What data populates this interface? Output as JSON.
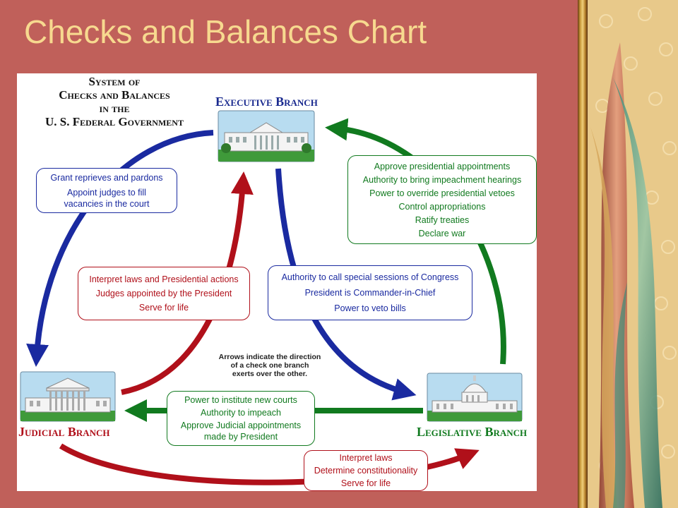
{
  "slide": {
    "title": "Checks and Balances Chart"
  },
  "diagram": {
    "title_lines": [
      "System of",
      "Checks and Balances",
      "in the",
      "U. S. Federal Government"
    ],
    "branches": {
      "executive": "Executive Branch",
      "judicial": "Judicial Branch",
      "legislative": "Legislative Branch"
    },
    "note_lines": [
      "Arrows indicate the direction",
      "of a check one branch",
      "exerts over the other."
    ],
    "boxes": {
      "exec_to_judicial": [
        "Grant reprieves and pardons",
        "Appoint judges to fill",
        "vacancies in the court"
      ],
      "judicial_to_exec": [
        "Interpret laws and Presidential actions",
        "Judges appointed by the President",
        "Serve for life"
      ],
      "exec_to_legislative": [
        "Authority to call special sessions of Congress",
        "President is Commander-in-Chief",
        "Power to veto bills"
      ],
      "legislative_to_exec": [
        "Approve presidential appointments",
        "Authority to bring impeachment hearings",
        "Power to override presidential vetoes",
        "Control appropriations",
        "Ratify treaties",
        "Declare war"
      ],
      "legislative_to_judicial": [
        "Power to institute new courts",
        "Authority to impeach",
        "Approve Judicial appointments",
        "made by President"
      ],
      "judicial_to_legislative": [
        "Interpret laws",
        "Determine constitutionality",
        "Serve for life"
      ]
    },
    "colors": {
      "executive": "#1a2aa0",
      "judicial": "#b0101a",
      "legislative": "#117a1f"
    }
  }
}
